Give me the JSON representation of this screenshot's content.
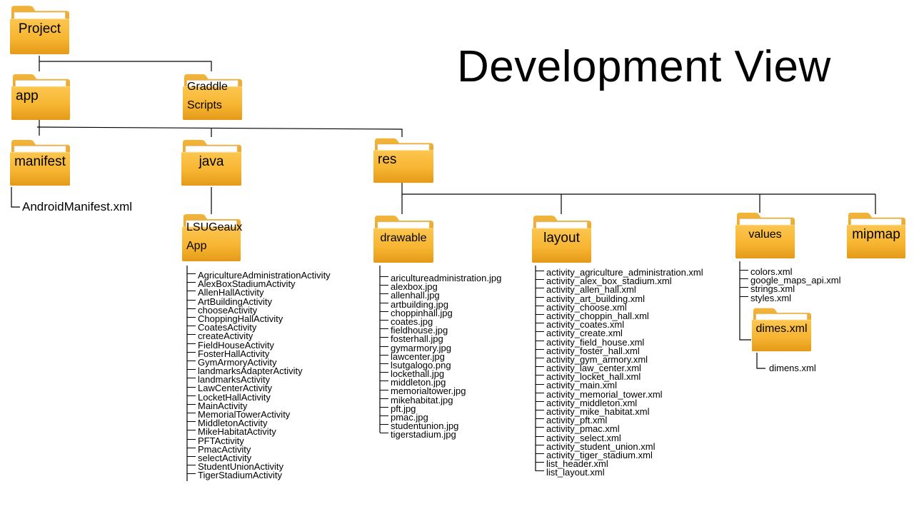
{
  "title": "Development View",
  "folders": {
    "project": "Project",
    "app": "app",
    "gradle": "Graddle Scripts",
    "manifest": "manifest",
    "java": "java",
    "res": "res",
    "lsugeaux": "LSUGeaux App",
    "drawable": "drawable",
    "layout": "layout",
    "values": "values",
    "mipmap": "mipmap",
    "dimes": "dimes.xml"
  },
  "manifest_file": "AndroidManifest.xml",
  "dimens_file": "dimens.xml",
  "java_files": [
    "AgricultureAdministrationActivity",
    "AlexBoxStadiumActivity",
    "AllenHallActivity",
    "ArtBuildingActivity",
    "chooseActivity",
    "ChoppingHallActivity",
    "CoatesActivity",
    "createActivity",
    "FieldHouseActivity",
    "FosterHallActivity",
    "GymArmoryActivity",
    "landmarksAdapterActivity",
    "landmarksActivity",
    "LawCenterActivity",
    "LocketHallActivity",
    "MainActivity",
    "MemorialTowerActivity",
    "MiddletonActivity",
    "MikeHabitatActivity",
    "PFTActivity",
    "PmacActivity",
    "selectActivity",
    "StudentUnionActivity",
    "TigerStadiumActivity"
  ],
  "drawable_files": [
    "ariculturеadministration.jpg",
    "alexbox.jpg",
    "allenhall.jpg",
    "artbuilding.jpg",
    "choppinhall.jpg",
    "coates.jpg",
    "fieldhouse.jpg",
    "fosterhall.jpg",
    "gymarmory.jpg",
    "lawcenter.jpg",
    "lsutgalogo.png",
    "lockethall.jpg",
    "middleton.jpg",
    "memorialtower.jpg",
    "mikehabitat.jpg",
    "pft.jpg",
    "pmac.jpg",
    "studentunion.jpg",
    "tigerstadium.jpg"
  ],
  "layout_files": [
    "activity_agriculture_administration.xml",
    "activity_alex_box_stadium.xml",
    "activity_allen_hall.xml",
    "activity_art_building.xml",
    "activity_choose.xml",
    "activity_choppin_hall.xml",
    "activity_coates.xml",
    "activity_create.xml",
    "activity_field_house.xml",
    "activity_foster_hall.xml",
    "activity_gym_armory.xml",
    "activity_law_center.xml",
    "activity_locket_hall.xml",
    "activity_main.xml",
    "activity_memorial_tower.xml",
    "activity_middleton.xml",
    "activity_mike_habitat.xml",
    "activity_pft.xml",
    "activity_pmac.xml",
    "activity_select.xml",
    "activity_student_union.xml",
    "activity_tiger_stadium.xml",
    "list_header.xml",
    "list_layout.xml"
  ],
  "values_files": [
    "colors.xml",
    "google_maps_api.xml",
    "strings.xml",
    "styles.xml"
  ]
}
